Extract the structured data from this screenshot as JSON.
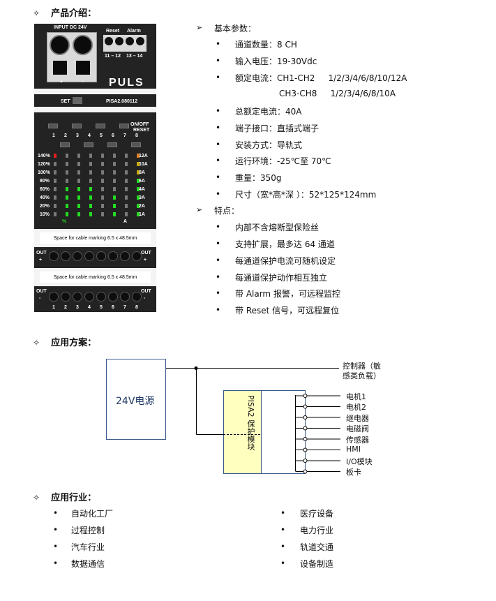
{
  "sections": {
    "product_intro": "产品介绍：",
    "application": "应用方案：",
    "industry": "应用行业："
  },
  "diamond": "✧",
  "device": {
    "input_label": "INPUT DC 24V",
    "reset_label": "Reset",
    "alarm_label": "Alarm",
    "term_pins_a": "11 – 12",
    "term_pins_b": "13 – 14",
    "plus": "+",
    "minus": "–",
    "brand": "PULS",
    "set_label": "SET",
    "model": "PISA2.080112",
    "onoff_reset": "ON/OFF",
    "reset2": "RESET",
    "channels": [
      "1",
      "2",
      "3",
      "4",
      "5",
      "6",
      "7",
      "8"
    ],
    "pct_levels": [
      "140%",
      "120%",
      "100%",
      "80%",
      "60%",
      "40%",
      "20%",
      "10%"
    ],
    "amp_levels": [
      "12A",
      "10A",
      "8A",
      "6A",
      "4A",
      "3A",
      "2A",
      "1A"
    ],
    "pct_sym": "%",
    "amp_sym": "A",
    "cable_marking": "Space for cable marking 6.5 x 48.5mm",
    "out": "OUT",
    "out_plus": "+",
    "out_minus": "-"
  },
  "params": {
    "header1": "基本参数：",
    "items": [
      "通道数量：8 CH",
      "输入电压：19-30Vdc",
      "额定电流：CH1-CH2     1/2/3/4/6/8/10/12A",
      "CH3-CH8     1/2/3/4/6/8/10A",
      "总额定电流：40A",
      "端子接口：直插式端子",
      "安装方式：导轨式",
      "运行环境：-25℃至 70℃",
      "重量：350g",
      "尺寸（宽*高*深 ）：52*125*124mm"
    ],
    "header2": "特点：",
    "features": [
      "内部不含熔断型保险丝",
      "支持扩展，最多达 64 通道",
      "每通道保护电流可随机设定",
      "每通道保护动作相互独立",
      "带 Alarm 报警，可远程监控",
      "带 Reset 信号，可远程复位"
    ]
  },
  "diagram": {
    "power": "24V电源",
    "module": "PISA2 保护模块",
    "controller": "控制器（敏感类负载）",
    "controller_l1": "控制器（敏",
    "controller_l2": "感类负载）",
    "loads": [
      "电机1",
      "电机2",
      "继电器",
      "电磁阀",
      "传感器",
      "HMI",
      "I/O模块",
      "板卡"
    ]
  },
  "industry": {
    "left": [
      "自动化工厂",
      "过程控制",
      "汽车行业",
      "数据通信"
    ],
    "right": [
      "医疗设备",
      "电力行业",
      "轨道交通",
      "设备制造"
    ]
  }
}
